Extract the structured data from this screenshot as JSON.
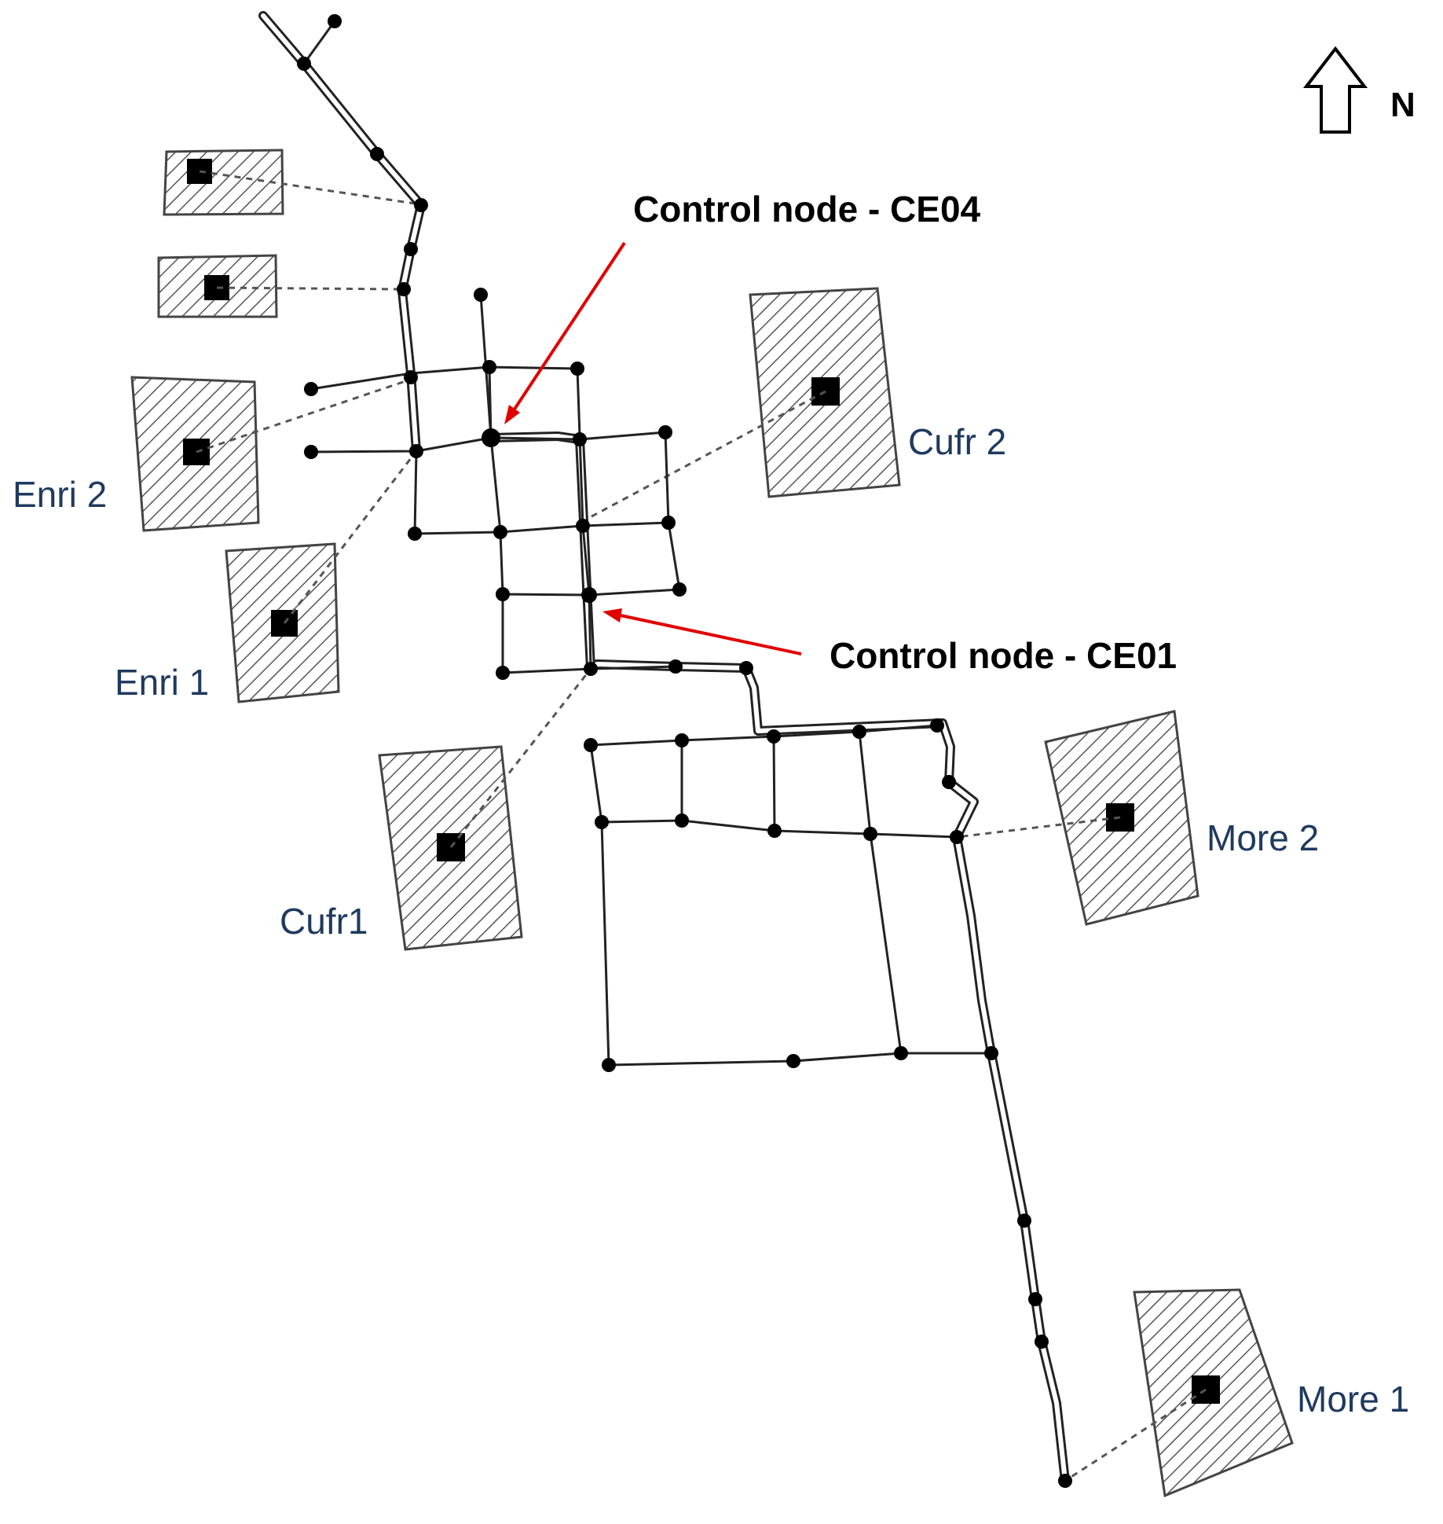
{
  "control_nodes": [
    {
      "id": "ce04",
      "label": "Control node - CE04"
    },
    {
      "id": "ce01",
      "label": "Control node - CE01"
    }
  ],
  "plots": [
    {
      "id": "enri-2",
      "label": "Enri 2"
    },
    {
      "id": "enri-1",
      "label": "Enri 1"
    },
    {
      "id": "cufr-2",
      "label": "Cufr 2"
    },
    {
      "id": "cufr-1",
      "label": "Cufr1"
    },
    {
      "id": "more-2",
      "label": "More 2"
    },
    {
      "id": "more-1",
      "label": "More 1"
    }
  ],
  "north_arrow": {
    "label": "N",
    "icon": "north-arrow-icon"
  },
  "colors": {
    "annotation_arrow": "#e00000",
    "plot_label": "#1f3a5f",
    "network": "#222222"
  }
}
